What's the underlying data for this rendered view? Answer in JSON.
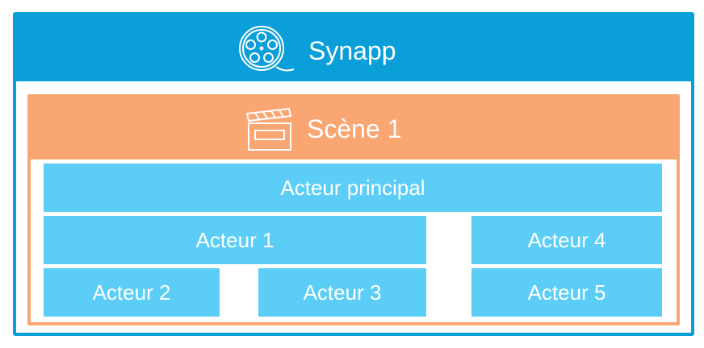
{
  "app": {
    "title": "Synapp",
    "icon": "film-reel-icon"
  },
  "scene": {
    "title": "Scène 1",
    "icon": "clapperboard-icon"
  },
  "actors": {
    "main": "Acteur principal",
    "a1": "Acteur 1",
    "a2": "Acteur 2",
    "a3": "Acteur 3",
    "a4": "Acteur 4",
    "a5": "Acteur 5"
  },
  "colors": {
    "app_accent": "#0a9fd8",
    "scene_accent": "#f9a673",
    "actor_fill": "#5bcdf7",
    "text": "#ffffff"
  }
}
